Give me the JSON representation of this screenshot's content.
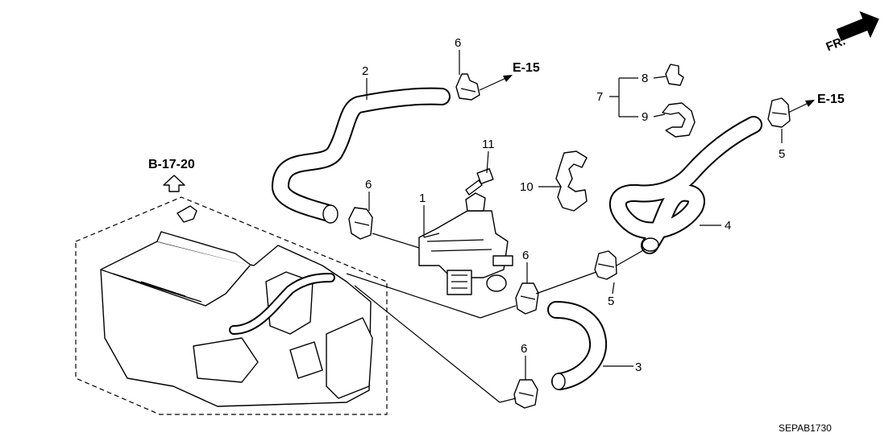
{
  "part_labels": {
    "p1": "1",
    "p2": "2",
    "p3": "3",
    "p4": "4",
    "p5a": "5",
    "p5b": "5",
    "p6a": "6",
    "p6b": "6",
    "p6c": "6",
    "p6d": "6",
    "p7": "7",
    "p8": "8",
    "p9": "9",
    "p10": "10",
    "p11": "11"
  },
  "references": {
    "e15_left": "E-15",
    "e15_right": "E-15",
    "b1720": "B-17-20"
  },
  "direction": "FR.",
  "diagram_code": "SEPAB1730",
  "icons": [
    "front-direction-arrow-icon",
    "reference-arrow-icon",
    "up-arrow-icon"
  ]
}
